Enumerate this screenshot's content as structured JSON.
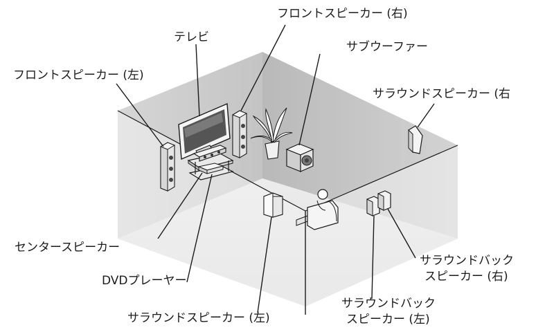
{
  "labels": {
    "front_right": "フロントスピーカー (右)",
    "tv": "テレビ",
    "subwoofer": "サブウーファー",
    "front_left": "フロントスピーカー (左)",
    "surround_right": "サラウンドスピーカー (右",
    "center": "センタースピーカー",
    "dvd": "DVDプレーヤー",
    "surround_back_right_1": "サラウンドバック",
    "surround_back_right_2": "スピーカー (右)",
    "surround_left": "サラウンドスピーカー (左)",
    "surround_back_left_1": "サラウンドバック",
    "surround_back_left_2": "スピーカー (左)"
  },
  "colors": {
    "wall": "#c9c9c9",
    "floor": "#e6e6e6",
    "line": "#1a1a1a"
  }
}
